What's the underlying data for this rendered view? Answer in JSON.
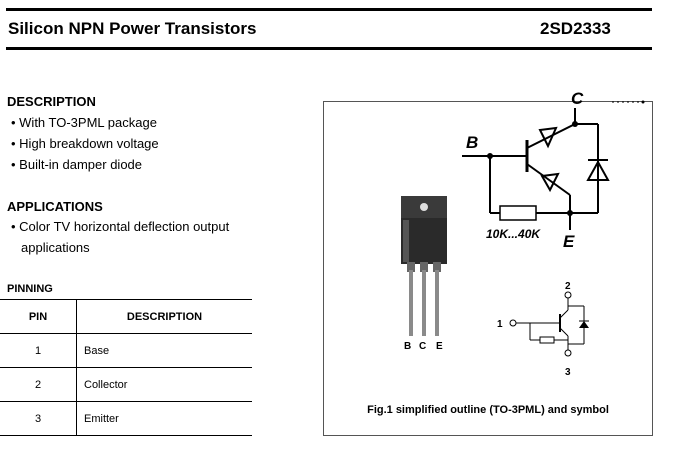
{
  "header": {
    "title": "Silicon NPN Power Transistors",
    "part_number": "2SD2333"
  },
  "description": {
    "heading": "DESCRIPTION",
    "items": [
      "• With TO-3PML package",
      "• High breakdown voltage",
      "• Built-in damper diode"
    ]
  },
  "applications": {
    "heading": "APPLICATIONS",
    "lines": [
      "• Color TV horizontal deflection output",
      "applications"
    ]
  },
  "pinning": {
    "heading": "PINNING",
    "columns": [
      "PIN",
      "DESCRIPTION"
    ],
    "rows": [
      {
        "pin": "1",
        "desc": "Base"
      },
      {
        "pin": "2",
        "desc": "Collector"
      },
      {
        "pin": "3",
        "desc": "Emitter"
      }
    ]
  },
  "figure": {
    "circuit_labels": {
      "collector": "C",
      "base": "B",
      "emitter": "E",
      "resistor": "10K...40K"
    },
    "package_pins": [
      "B",
      "C",
      "E"
    ],
    "symbol_pins": {
      "base": "1",
      "collector": "2",
      "emitter": "3"
    },
    "caption": "Fig.1 simplified outline (TO-3PML) and symbol"
  }
}
